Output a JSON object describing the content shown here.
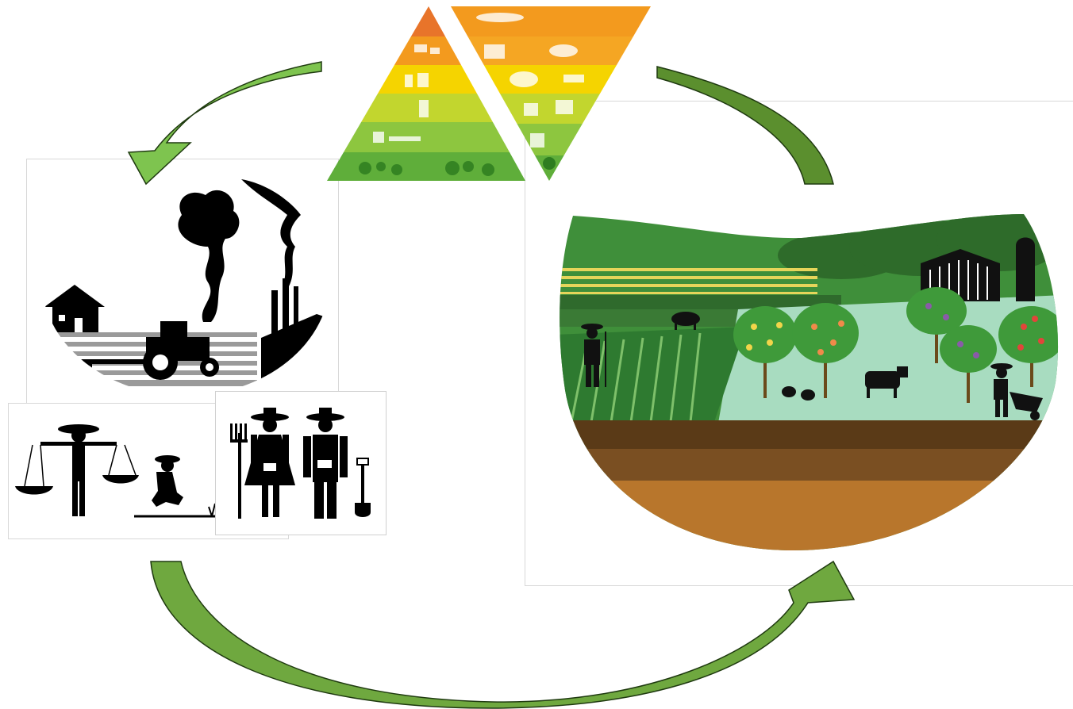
{
  "colors": {
    "arrow_light": "#7ec44f",
    "arrow_dark": "#5b8f2e",
    "arrow_outline": "#1f3a10",
    "pyramid_red": "#e8742a",
    "pyramid_orange": "#f39a1e",
    "pyramid_yellow": "#f5d400",
    "pyramid_lightgreen": "#c2d62e",
    "pyramid_green": "#8dc63f",
    "pyramid_darkgreen": "#5fae3a",
    "sky_hill": "#3f8f3a",
    "orchard_meadow": "#a8dcc0",
    "soil_dark": "#5a3a17",
    "soil_mid": "#7a4f22",
    "soil_light": "#b8762c"
  },
  "diagram": {
    "nodes": [
      {
        "id": "food-pyramid",
        "icon": "food-pyramid-icon"
      },
      {
        "id": "industrial-farming",
        "icon": "industrial-farming-icon"
      },
      {
        "id": "farmer-figures-a",
        "icon": "farmers-working-icon"
      },
      {
        "id": "farmer-figures-b",
        "icon": "farmer-couple-icon"
      },
      {
        "id": "diverse-farm",
        "icon": "diverse-farm-landscape-icon"
      }
    ],
    "edges": [
      {
        "from": "food-pyramid",
        "to": "industrial-farming",
        "icon": "curved-arrow-icon"
      },
      {
        "from": "industrial-farming",
        "to": "diverse-farm",
        "icon": "curved-arrow-icon"
      },
      {
        "from": "diverse-farm",
        "to": "food-pyramid",
        "icon": "curved-arrow-icon"
      }
    ]
  }
}
